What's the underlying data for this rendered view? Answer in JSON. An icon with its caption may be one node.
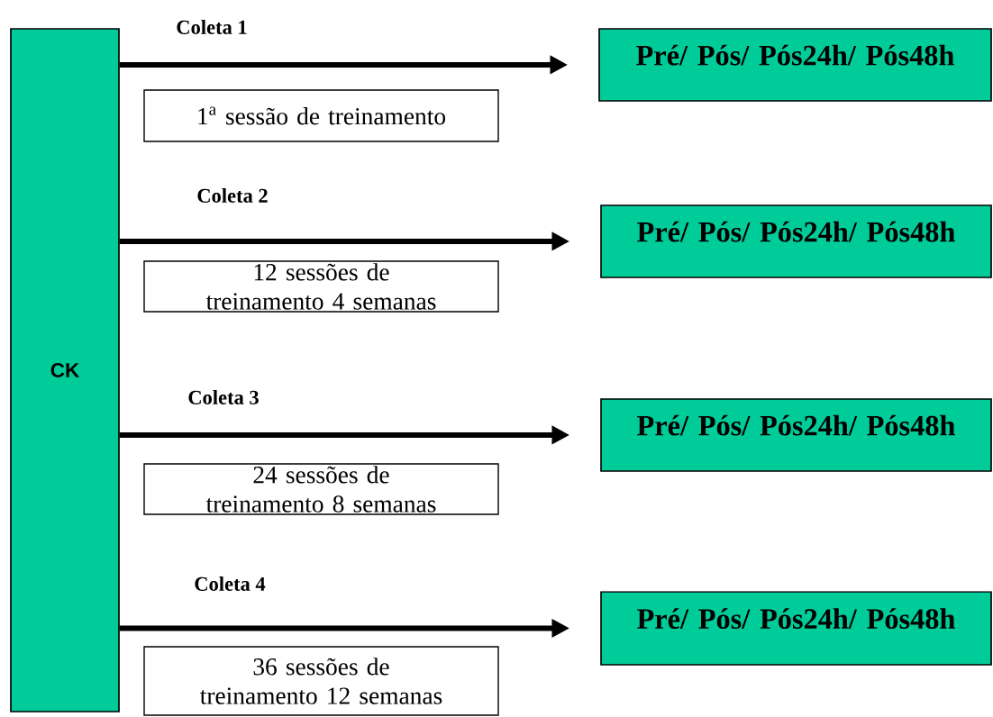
{
  "diagram": {
    "nodes": [
      {
        "text": [
          "CK"
        ]
      },
      {
        "text": [
          "Pré/ Pós/ Pós24h/ Pós48h"
        ]
      },
      {
        "text": [
          "1$^{a}$ sessão de treinamento"
        ]
      },
      {
        "text": [
          "Pré/ Pós/ Pós24h/ Pós48h"
        ]
      },
      {
        "text": [
          "12 sessões de treinamento 4 semanas"
        ]
      },
      {
        "text": [
          "Pré/ Pós/ Pós24h/ Pós48h"
        ]
      },
      {
        "text": [
          "24 sessões de treinamento 8 semanas"
        ]
      },
      {
        "text": [
          "Pré/ Pós/ Pós24h/ Pós48h"
        ]
      },
      {
        "text": [
          "36 sessões de treinamento 12 semanas"
        ]
      }
    ],
    "edges": [
      {
        "from": 0,
        "to": 1,
        "arrow": "to",
        "label": "Coleta 1"
      },
      {
        "from": 0,
        "to": 3,
        "arrow": "to",
        "label": "Coleta 2"
      },
      {
        "from": 0,
        "to": 5,
        "arrow": "to",
        "label": "Coleta 3"
      },
      {
        "from": 0,
        "to": 7,
        "arrow": "to",
        "label": "Coleta 4"
      }
    ]
  }
}
